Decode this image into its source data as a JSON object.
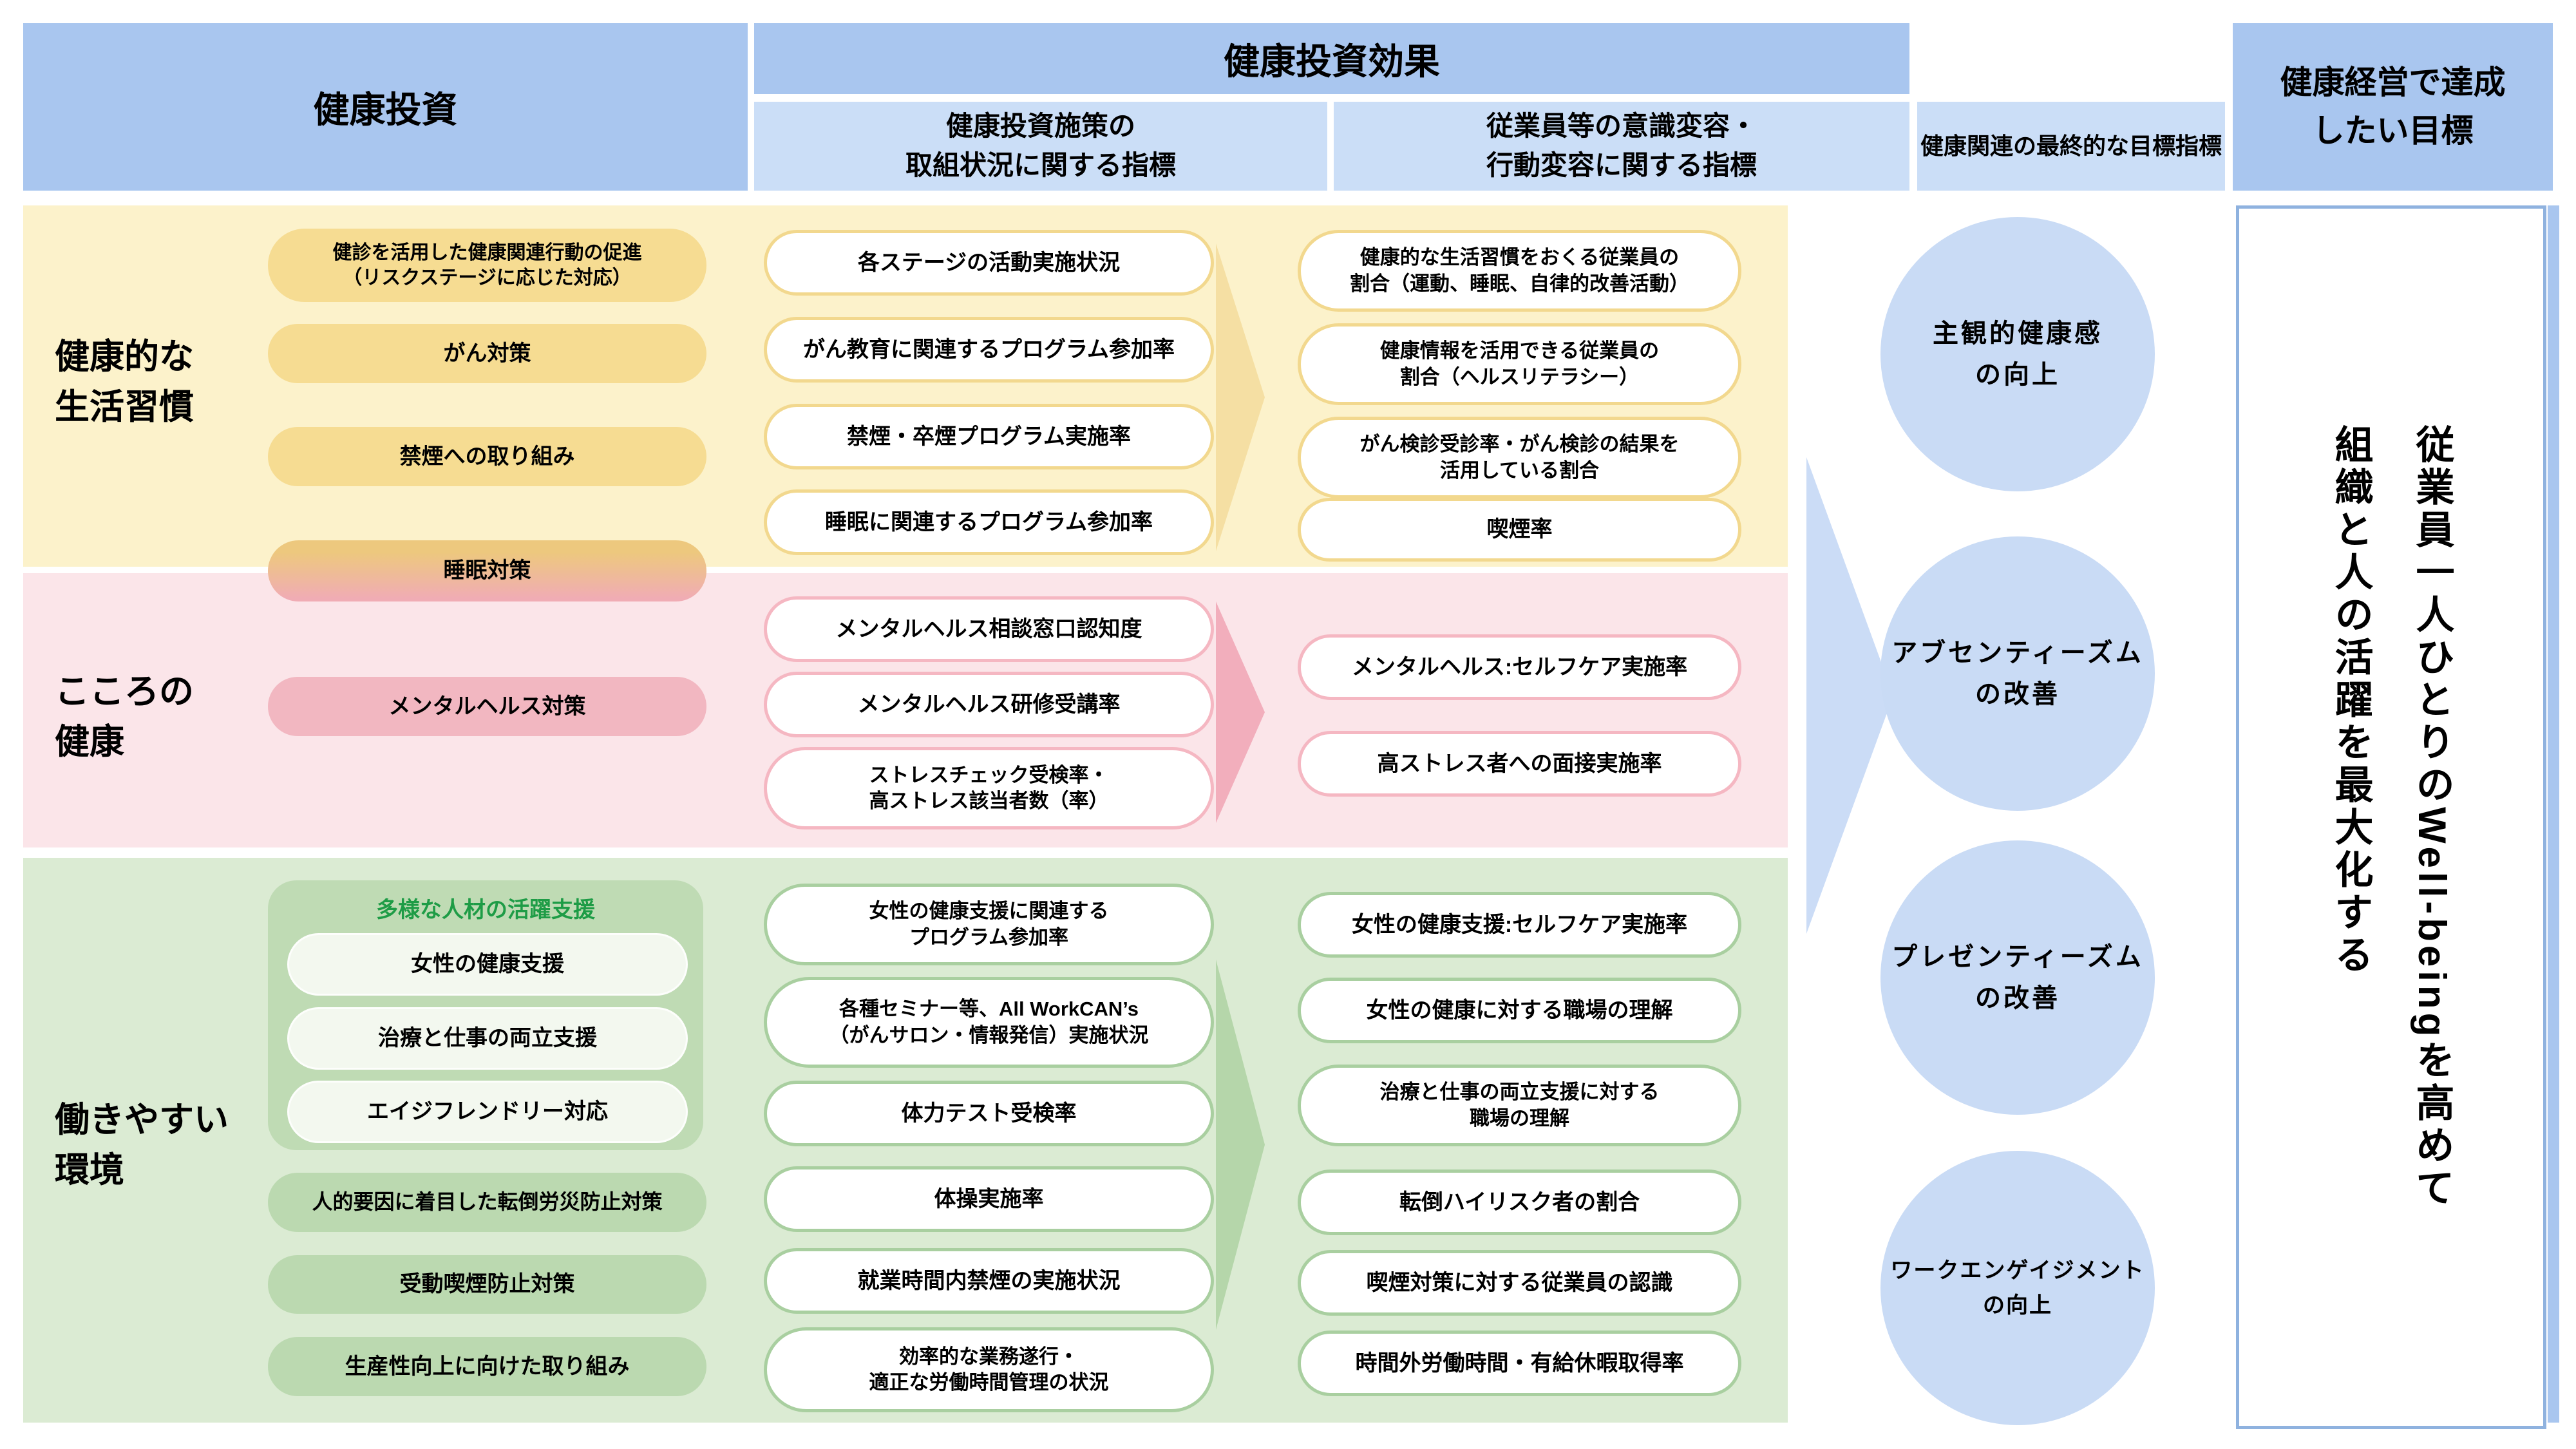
{
  "header": {
    "investment": "健康投資",
    "effect": "健康投資効果",
    "process": "健康投資施策の\n取組状況に関する指標",
    "behavior": "従業員等の意識変容・\n行動変容に関する指標",
    "final": "健康関連の最終的な目標指標",
    "goal": "健康経営で達成\nしたい目標"
  },
  "sections": {
    "yellow": {
      "label": "健康的な\n生活習慣",
      "investments": [
        "健診を活用した健康関連行動の促進\n（リスクステージに応じた対応）",
        "がん対策",
        "禁煙への取り組み",
        "睡眠対策"
      ],
      "process": [
        "各ステージの活動実施状況",
        "がん教育に関連するプログラム参加率",
        "禁煙・卒煙プログラム実施率",
        "睡眠に関連するプログラム参加率"
      ],
      "outcomes": [
        "健康的な生活習慣をおくる従業員の\n割合（運動、睡眠、自律的改善活動）",
        "健康情報を活用できる従業員の\n割合（ヘルスリテラシー）",
        "がん検診受診率・がん検診の結果を\n活用している割合",
        "喫煙率"
      ]
    },
    "pink": {
      "label": "こころの\n健康",
      "investments": [
        "メンタルヘルス対策"
      ],
      "process": [
        "メンタルヘルス相談窓口認知度",
        "メンタルヘルス研修受講率",
        "ストレスチェック受検率・\n高ストレス該当者数（率）"
      ],
      "outcomes": [
        "メンタルヘルス:セルフケア実施率",
        "高ストレス者への面接実施率"
      ]
    },
    "green": {
      "label": "働きやすい\n環境",
      "group": {
        "title": "多様な人材の活躍支援",
        "items": [
          "女性の健康支援",
          "治療と仕事の両立支援",
          "エイジフレンドリー対応"
        ]
      },
      "investments": [
        "人的要因に着目した転倒労災防止対策",
        "受動喫煙防止対策",
        "生産性向上に向けた取り組み"
      ],
      "process": [
        "女性の健康支援に関連する\nプログラム参加率",
        "各種セミナー等、All WorkCAN’s\n（がんサロン・情報発信）実施状況",
        "体力テスト受検率",
        "体操実施率",
        "就業時間内禁煙の実施状況",
        "効率的な業務遂行・\n適正な労働時間管理の状況"
      ],
      "outcomes": [
        "女性の健康支援:セルフケア実施率",
        "女性の健康に対する職場の理解",
        "治療と仕事の両立支援に対する\n職場の理解",
        "転倒ハイリスク者の割合",
        "喫煙対策に対する従業員の認識",
        "時間外労働時間・有給休暇取得率"
      ]
    }
  },
  "finals": [
    "主観的健康感\nの向上",
    "アブセンティーズム\nの改善",
    "プレゼンティーズム\nの改善",
    "ワークエンゲイジメント\nの向上"
  ],
  "goal_text": "従業員一人ひとりのWell-beingを高めて\n組織と人の活躍を最大化する",
  "colors": {
    "header_blue": "#A9C6EF",
    "subheader_blue": "#CBDEF7",
    "band_yellow": "#FCF2CB",
    "pill_yellow": "#F6DC92",
    "border_yellow": "#F2D88E",
    "sleep_gradient_top": "#EDC87E",
    "sleep_gradient_bottom": "#F0ACB4",
    "band_pink": "#FBE5E9",
    "pill_pink": "#F2B7C1",
    "border_pink": "#F5B7C2",
    "band_green": "#DBEBD3",
    "group_green": "#BFDBB4",
    "group_title_green": "#1E9C46",
    "pill_green": "#BBD9B0",
    "border_green": "#A9CFA0",
    "circle_blue": "#C9DBF5",
    "arrow_blue": "#CBDCF6",
    "goal_border_blue": "#8FB2DF"
  }
}
